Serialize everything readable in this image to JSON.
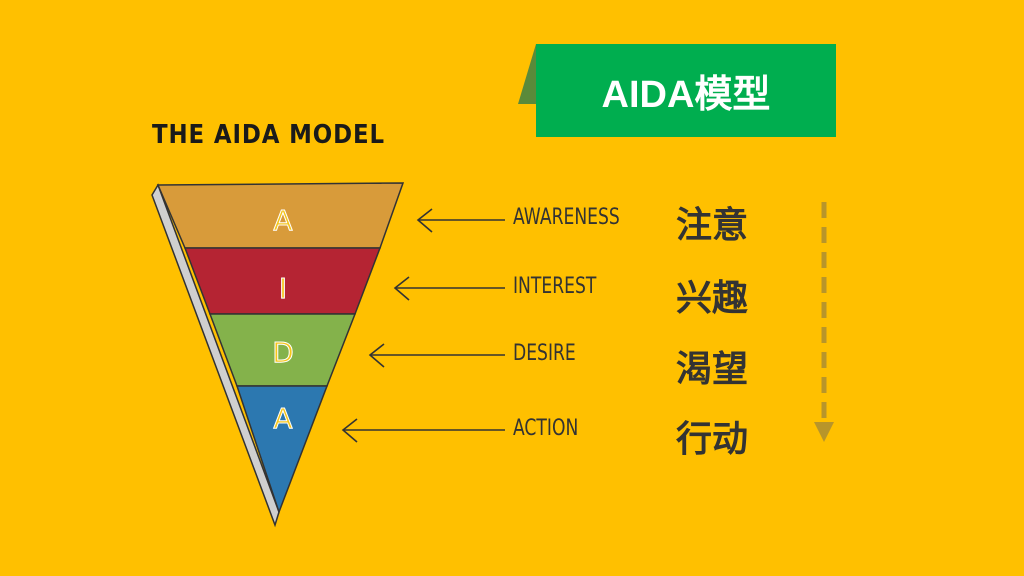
{
  "badge": {
    "title": "AIDA模型",
    "color": "#00AE4F"
  },
  "model_title": "THE AIDA MODEL",
  "stages": [
    {
      "letter": "A",
      "label": "AWARENESS",
      "chinese": "注意",
      "color": "#D89B3A"
    },
    {
      "letter": "I",
      "label": "INTEREST",
      "chinese": "兴趣",
      "color": "#B52433"
    },
    {
      "letter": "D",
      "label": "DESIRE",
      "chinese": "渴望",
      "color": "#84B24B"
    },
    {
      "letter": "A",
      "label": "ACTION",
      "chinese": "行动",
      "color": "#2C78B0"
    }
  ]
}
